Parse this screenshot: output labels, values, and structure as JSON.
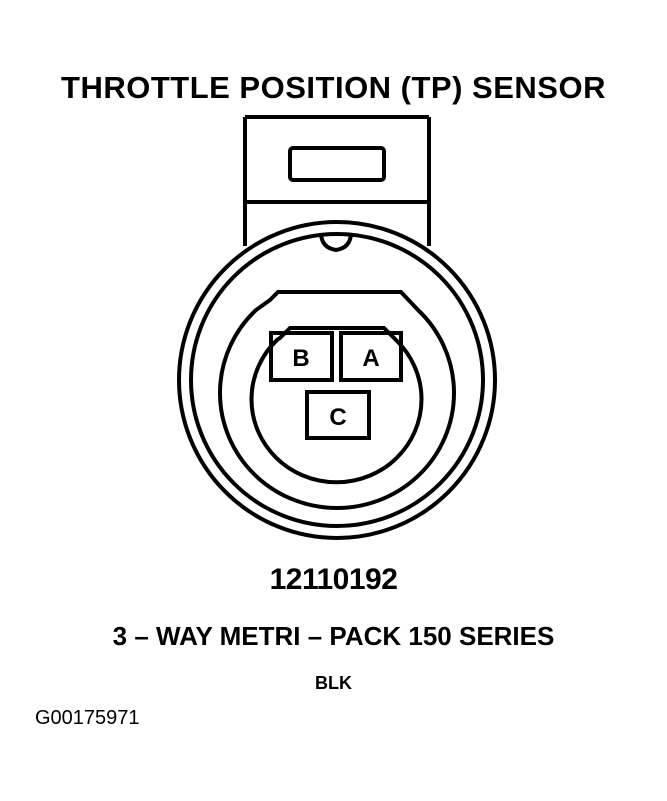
{
  "title": "THROTTLE POSITION (TP) SENSOR",
  "connector": {
    "pins": [
      {
        "label": "B",
        "position": "top-left"
      },
      {
        "label": "A",
        "position": "top-right"
      },
      {
        "label": "C",
        "position": "bottom-center"
      }
    ]
  },
  "part_number": "12110192",
  "series": "3 – WAY METRI – PACK 150 SERIES",
  "color_code": "BLK",
  "figure_id": "G00175971",
  "colors": {
    "line": "#000000",
    "background": "#ffffff"
  }
}
